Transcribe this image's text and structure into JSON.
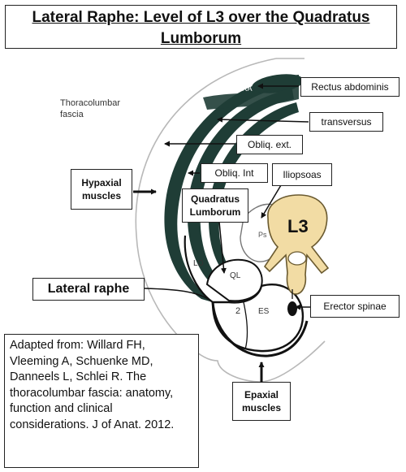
{
  "title": {
    "line1": "Lateral Raphe: Level of L3 over the Quadratus",
    "line2": "Lumborum"
  },
  "labels": {
    "thoracolumbar_line1": "Thoracolumbar",
    "thoracolumbar_line2": "fascia",
    "rectus_abdominis": "Rectus abdominis",
    "transversus": "transversus",
    "obliq_ext": "Obliq. ext.",
    "obliq_int": "Obliq. Int",
    "iliopsoas": "Iliopsoas",
    "hypaxial_line1": "Hypaxial",
    "hypaxial_line2": "muscles",
    "quadratus_line1": "Quadratus",
    "quadratus_line2": "Lumborum",
    "lateral_raphe": "Lateral raphe",
    "erector_spinae": "Erector spinae",
    "epaxial_line1": "Epaxial",
    "epaxial_line2": "muscles"
  },
  "in_figure": {
    "ra": "RA",
    "ps": "Ps",
    "l3": "L3",
    "ld": "LD",
    "ql": "QL",
    "num2": "2",
    "es": "ES"
  },
  "citation": "Adapted from: Willard FH, Vleeming A, Schuenke MD, Danneels L, Schlei R. The thoracolumbar fascia: anatomy, function and clinical considerations.  J of Anat. 2012.",
  "colors": {
    "muscle": "#1f3d36",
    "vertebra": "#f2dca4",
    "vertebra_outline": "#6a5a30",
    "outline": "#111111",
    "skin": "#bbbbbb"
  }
}
